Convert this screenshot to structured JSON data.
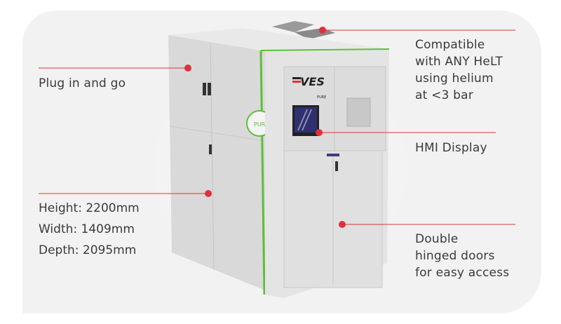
{
  "brand": {
    "logo_text": "VES",
    "logo_subtext": "PURE",
    "badge_text": "PURE"
  },
  "callouts": {
    "plug": "Plug in and go",
    "compatible": [
      "Compatible",
      "with ANY HeLT",
      "using helium",
      "at <3 bar"
    ],
    "hmi": "HMI Display",
    "doors": [
      "Double",
      "hinged doors",
      "for easy access"
    ]
  },
  "specs": [
    {
      "label": "Height:",
      "value": "2200mm"
    },
    {
      "label": "Width:",
      "value": "1409mm"
    },
    {
      "label": "Depth:",
      "value": "2095mm"
    }
  ],
  "colors": {
    "accent": "#e0313b",
    "green": "#5cbf3a",
    "panel": "#f2f2f2",
    "text": "#3a3a3a"
  }
}
